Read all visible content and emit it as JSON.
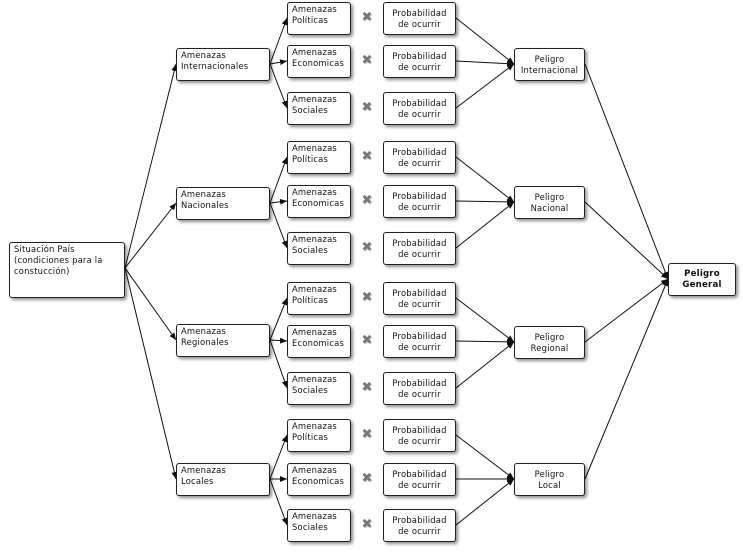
{
  "root": {
    "label": "Situación País\n(condiciones para la\nconstucción)"
  },
  "general": {
    "label": "Peligro\nGeneral"
  },
  "multiply_symbol": "✖",
  "groups": [
    {
      "amenaza": "Amenazas\nInternacionales",
      "peligro": "Peligro\nInternacional",
      "rows": [
        {
          "amenaza": "Amenazas\nPolíticas",
          "prob": "Probabilidad\nde ocurrir"
        },
        {
          "amenaza": "Amenazas\nEconomicas",
          "prob": "Probabilidad\nde ocurrir"
        },
        {
          "amenaza": "Amenazas\nSociales",
          "prob": "Probabilidad\nde ocurrir"
        }
      ]
    },
    {
      "amenaza": "Amenazas\nNacionales",
      "peligro": "Peligro\nNacional",
      "rows": [
        {
          "amenaza": "Amenazas\nPolíticas",
          "prob": "Probabilidad\nde ocurrir"
        },
        {
          "amenaza": "Amenazas\nEconomicas",
          "prob": "Probabilidad\nde ocurrir"
        },
        {
          "amenaza": "Amenazas\nSociales",
          "prob": "Probabilidad\nde ocurrir"
        }
      ]
    },
    {
      "amenaza": "Amenazas\nRegionales",
      "peligro": "Peligro\nRegional",
      "rows": [
        {
          "amenaza": "Amenazas\nPolíticas",
          "prob": "Probabilidad\nde ocurrir"
        },
        {
          "amenaza": "Amenazas\nEconomicas",
          "prob": "Probabilidad\nde ocurrir"
        },
        {
          "amenaza": "Amenazas\nSociales",
          "prob": "Probabilidad\nde ocurrir"
        }
      ]
    },
    {
      "amenaza": "Amenazas\nLocales",
      "peligro": "Peligro\nLocal",
      "rows": [
        {
          "amenaza": "Amenazas\nPolíticas",
          "prob": "Probabilidad\nde ocurrir"
        },
        {
          "amenaza": "Amenazas\nEconomicas",
          "prob": "Probabilidad\nde ocurrir"
        },
        {
          "amenaza": "Amenazas\nSociales",
          "prob": "Probabilidad\nde ocurrir"
        }
      ]
    }
  ]
}
